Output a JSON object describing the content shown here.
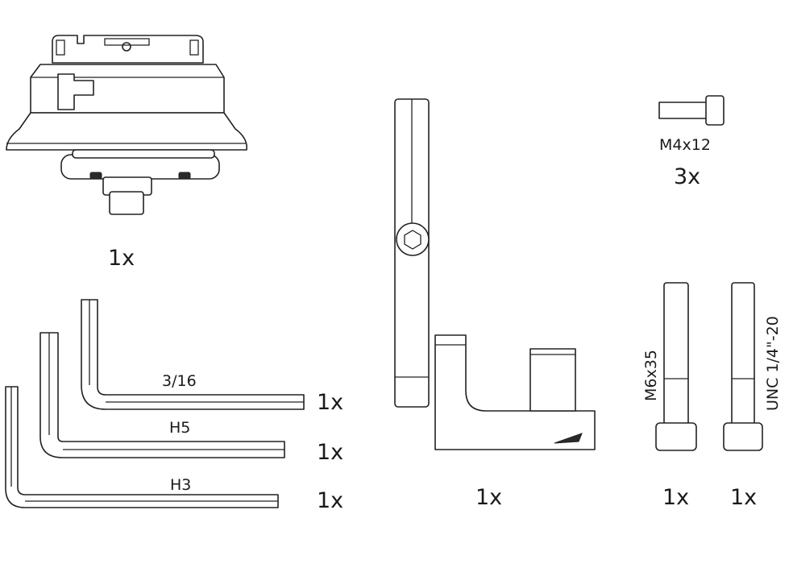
{
  "mount": {
    "quantity": "1x"
  },
  "hex_keys": [
    {
      "label": "3/16",
      "quantity": "1x"
    },
    {
      "label": "H5",
      "quantity": "1x"
    },
    {
      "label": "H3",
      "quantity": "1x"
    }
  ],
  "bracket": {
    "quantity": "1x"
  },
  "m4_screw": {
    "label": "M4x12",
    "quantity": "3x"
  },
  "m6_bolt": {
    "label": "M6x35",
    "quantity": "1x"
  },
  "unc_bolt": {
    "label": "UNC 1/4\"-20",
    "quantity": "1x"
  }
}
